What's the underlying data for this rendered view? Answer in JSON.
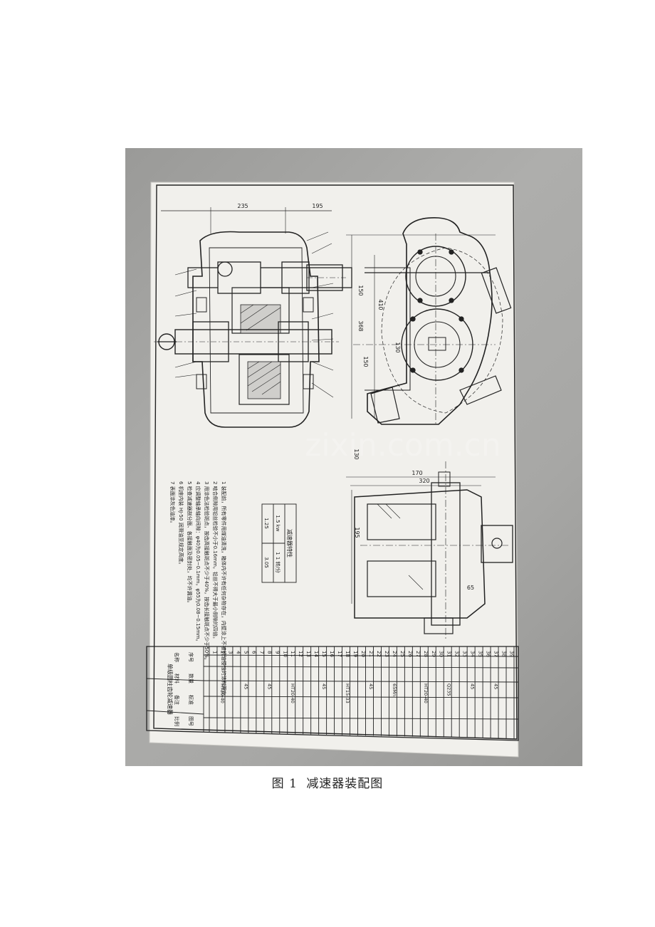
{
  "figure": {
    "caption_number": "图 1",
    "caption_text": "减速器装配图"
  },
  "drawing": {
    "dimensions": [
      "235",
      "195",
      "170",
      "320",
      "130",
      "195",
      "65",
      "150",
      "368",
      "150",
      "410",
      "130"
    ],
    "tech_table": {
      "title": "减速器特性",
      "rows": [
        [
          "1.5 kw",
          "1 1 转/分"
        ],
        [
          "1.25",
          "3.05"
        ]
      ]
    },
    "notes": [
      "1 装配前，所有零件用煤油清洗，箱体内不许有任何杂物存在，内壁涂上不被机油侵蚀的涂料两次。",
      "2 啮合侧隙用铅丝检验不小于0.16mm，铅丝不得大于最小侧隙的四倍。",
      "3 用涂色法检验斑点，按齿高接触斑点不少于40%，按齿长接触斑点不少于50%。",
      "4 应调整轴承轴向间隙：φ40为0.05~0.1mm，φ55为0.08~0.15mm。",
      "5 检查减速器剖分面、各接触面及密封处，均不许漏油。",
      "6 机座内装 HJ-50 润滑油至规定高度。",
      "7 表面涂灰色油漆。"
    ],
    "title_block": {
      "name": "单级圆柱齿轮减速器",
      "labels": [
        "序号",
        "名称",
        "数量",
        "材料",
        "标准",
        "备注",
        "图号",
        "比例"
      ]
    },
    "parts_list": {
      "numbers": [
        "1",
        "2",
        "3",
        "4",
        "5",
        "6",
        "7",
        "8",
        "9",
        "10",
        "11",
        "12",
        "13",
        "14",
        "15",
        "16",
        "17",
        "18",
        "19",
        "20",
        "21",
        "22",
        "23",
        "24",
        "25",
        "26",
        "27",
        "28",
        "29",
        "30",
        "31",
        "32",
        "33",
        "34",
        "35",
        "36",
        "37",
        "38",
        "39"
      ],
      "materials": [
        "HT20-40",
        "45",
        "45",
        "HT20-40",
        "45",
        "HT15-33",
        "45",
        "65Mn",
        "HT20-40",
        "Q235",
        "45",
        "45"
      ]
    },
    "watermark": "zixin.com.cn"
  }
}
